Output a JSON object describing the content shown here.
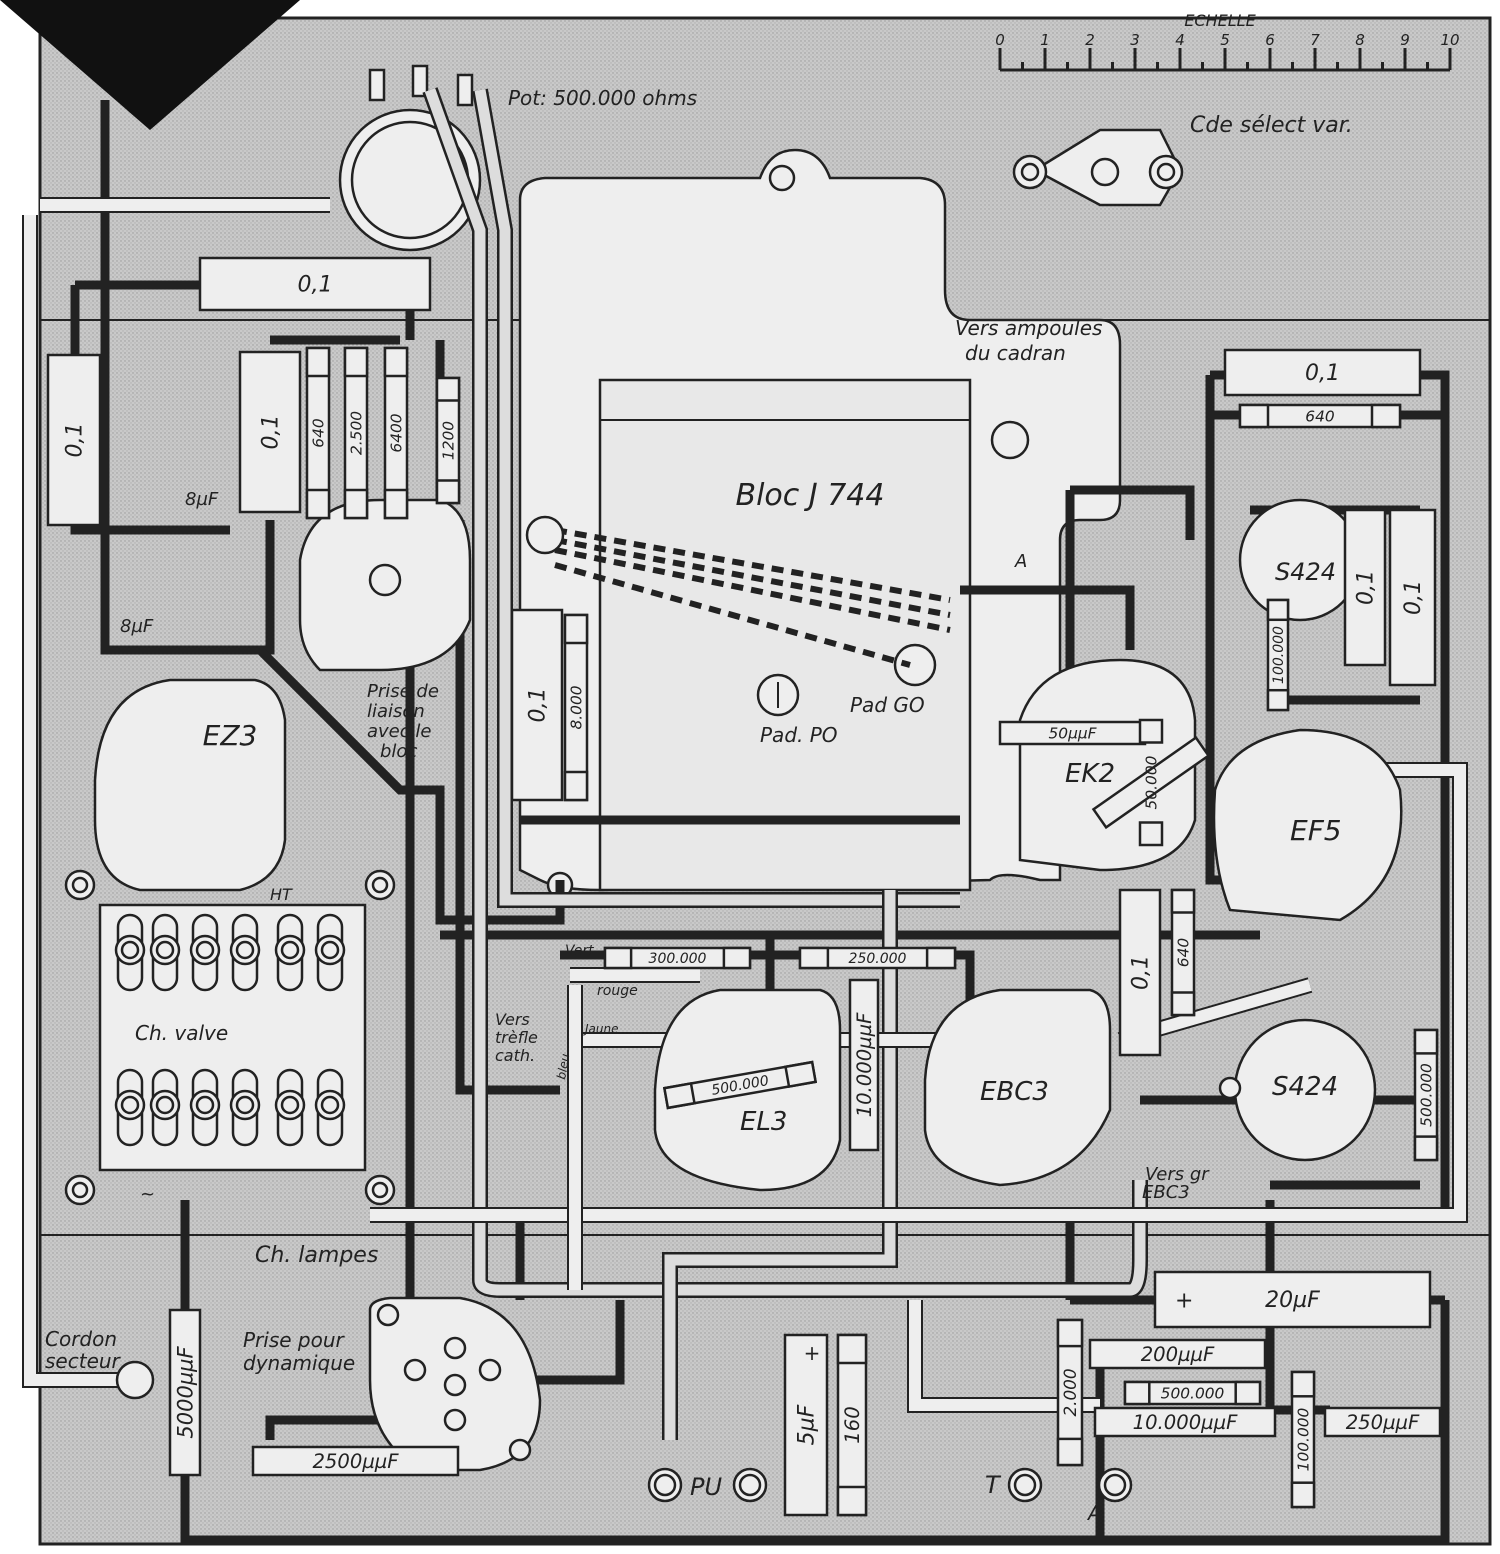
{
  "title": "Plan de câblage — récepteur (Bloc J 744)",
  "scale": {
    "label": "ECHELLE",
    "ticks": [
      "0",
      "1",
      "2",
      "3",
      "4",
      "5",
      "6",
      "7",
      "8",
      "9",
      "10"
    ]
  },
  "labels": {
    "pot": "Pot: 500.000 ohms",
    "select": "Cde sélect var.",
    "vers_ampoules_1": "Vers ampoules",
    "vers_ampoules_2": "du cadran",
    "bloc": "Bloc  J 744",
    "pad_po": "Pad. PO",
    "pad_go": "Pad GO",
    "arrow_a": "A",
    "prise_liaison": [
      "Prise de",
      "liaison",
      "avec le",
      "bloc"
    ],
    "ht": "HT",
    "ch_valve": "Ch. valve",
    "ch_lampes": "Ch. lampes",
    "ac_symbol": "~",
    "vers_trefle": [
      "Vers",
      "trèfle",
      "cath."
    ],
    "wire_colors": {
      "vert": "Vert",
      "rouge": "rouge",
      "jaune": "Jaune",
      "bleu": "bleu"
    },
    "vers_gr": [
      "Vers gr",
      "EBC3"
    ],
    "cordon": [
      "Cordon",
      "secteur"
    ],
    "prise_dyn": [
      "Prise pour",
      "dynamique"
    ],
    "jack_pu": "PU",
    "jack_t": "T",
    "jack_a": "A"
  },
  "tubes": [
    {
      "id": "EZ3",
      "label": "EZ3"
    },
    {
      "id": "EK2",
      "label": "EK2"
    },
    {
      "id": "EF5",
      "label": "EF5"
    },
    {
      "id": "EL3",
      "label": "EL3"
    },
    {
      "id": "EBC3",
      "label": "EBC3"
    },
    {
      "id": "S424a",
      "label": "S424"
    },
    {
      "id": "S424b",
      "label": "S424"
    }
  ],
  "components": [
    {
      "id": "c01",
      "value": "0,1"
    },
    {
      "id": "c02",
      "value": "0,1"
    },
    {
      "id": "c03",
      "value": "8µF"
    },
    {
      "id": "c04",
      "value": "0,1"
    },
    {
      "id": "r01",
      "value": "640"
    },
    {
      "id": "r02",
      "value": "2.500"
    },
    {
      "id": "r03",
      "value": "6400"
    },
    {
      "id": "r04",
      "value": "1200"
    },
    {
      "id": "c05",
      "value": "8µF"
    },
    {
      "id": "c06",
      "value": "0,1"
    },
    {
      "id": "r05",
      "value": "8.000"
    },
    {
      "id": "c07",
      "value": "0,1"
    },
    {
      "id": "r06",
      "value": "640"
    },
    {
      "id": "c08",
      "value": "0,1"
    },
    {
      "id": "r07",
      "value": "100.000"
    },
    {
      "id": "c09",
      "value": "0,1"
    },
    {
      "id": "c10",
      "value": "50µµF"
    },
    {
      "id": "r08",
      "value": "50.000"
    },
    {
      "id": "c11",
      "value": "0,1"
    },
    {
      "id": "r09",
      "value": "640"
    },
    {
      "id": "r10",
      "value": "300.000"
    },
    {
      "id": "r11",
      "value": "250.000"
    },
    {
      "id": "r12",
      "value": "500.000"
    },
    {
      "id": "c12",
      "value": "10.000µµF"
    },
    {
      "id": "r13",
      "value": "500.000"
    },
    {
      "id": "c13",
      "value": "20µF"
    },
    {
      "id": "c14",
      "value": "200µµF"
    },
    {
      "id": "r14",
      "value": "500.000"
    },
    {
      "id": "c15",
      "value": "10.000µµF"
    },
    {
      "id": "r15",
      "value": "100.000"
    },
    {
      "id": "c16",
      "value": "250µµF"
    },
    {
      "id": "r16",
      "value": "2.000"
    },
    {
      "id": "c17",
      "value": "5µF"
    },
    {
      "id": "r17",
      "value": "160"
    },
    {
      "id": "c18",
      "value": "5000µµF"
    },
    {
      "id": "c19",
      "value": "2500µµF"
    }
  ],
  "polarity": {
    "plus": "+"
  }
}
